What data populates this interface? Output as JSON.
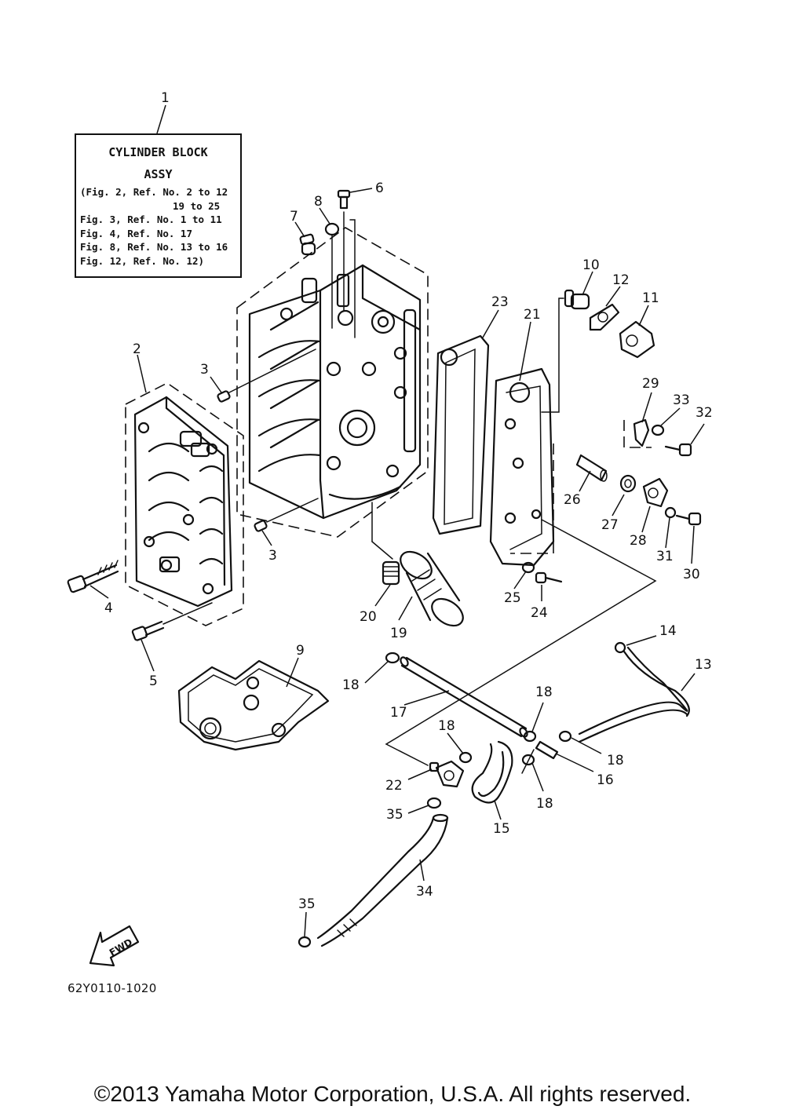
{
  "assy_box": {
    "title_lines": [
      "CYLINDER BLOCK",
      "ASSY"
    ],
    "notes": [
      "(Fig. 2, Ref. No. 2 to 12",
      "19 to 25",
      "Fig. 3, Ref. No. 1 to 11",
      "Fig. 4, Ref. No. 17",
      "Fig. 8, Ref. No. 13 to 16",
      "Fig. 12, Ref. No. 12)"
    ]
  },
  "callouts": [
    "1",
    "2",
    "3",
    "3",
    "4",
    "5",
    "6",
    "7",
    "8",
    "9",
    "10",
    "11",
    "12",
    "13",
    "14",
    "15",
    "16",
    "17",
    "18",
    "18",
    "18",
    "18",
    "18",
    "19",
    "20",
    "21",
    "22",
    "23",
    "24",
    "25",
    "26",
    "27",
    "28",
    "29",
    "30",
    "31",
    "32",
    "33",
    "34",
    "35",
    "35"
  ],
  "fwd_label": "FWD",
  "diagram_code": "62Y0110-1020",
  "copyright": "©2013 Yamaha Motor Corporation, U.S.A. All rights reserved."
}
